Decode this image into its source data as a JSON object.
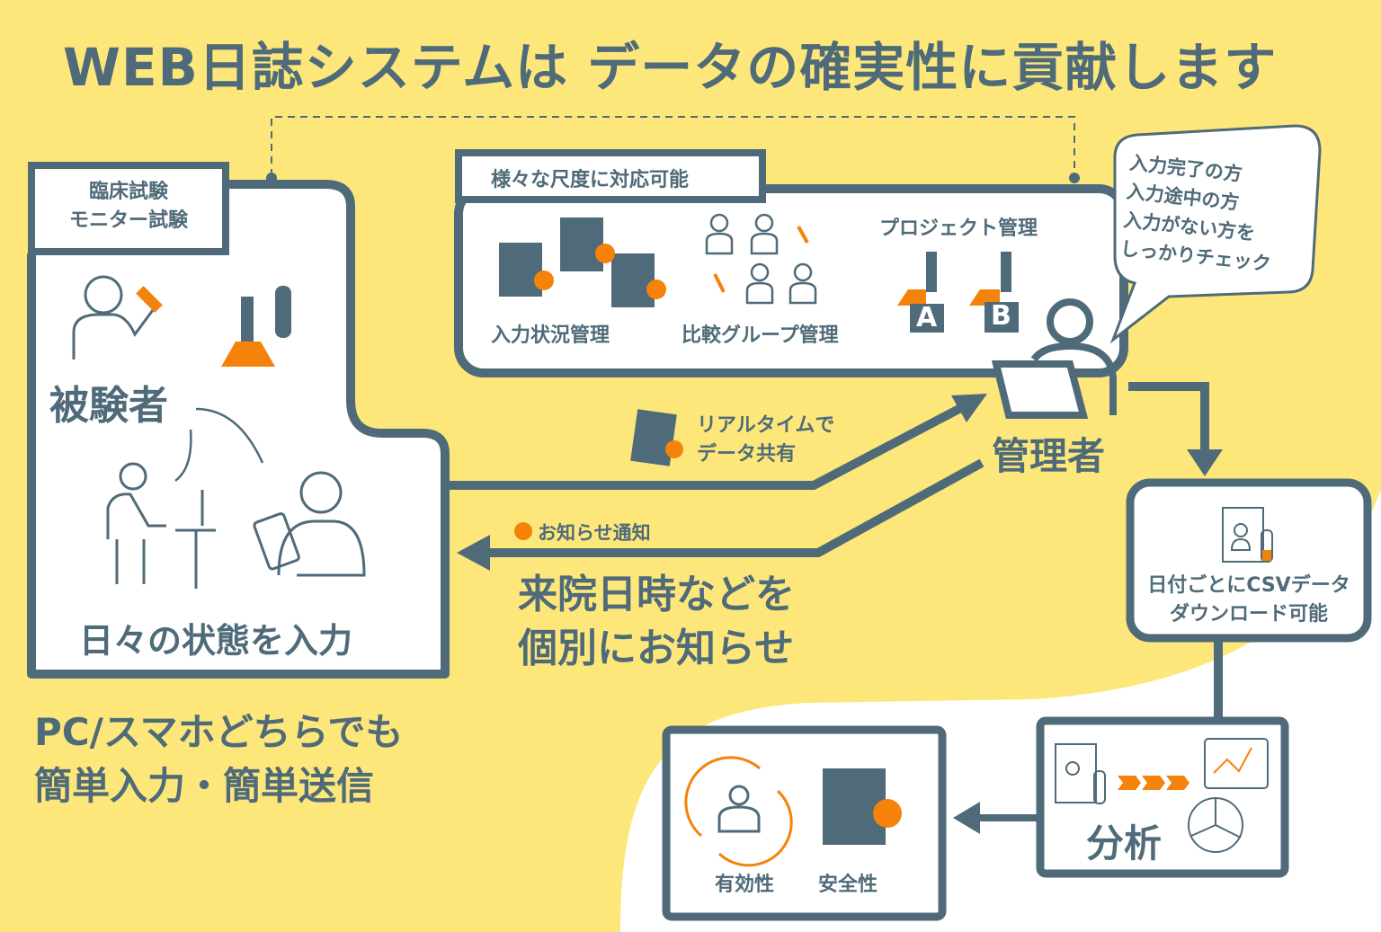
{
  "title": "WEB日誌システムは データの確実性に貢献します",
  "colors": {
    "background": "#fde77a",
    "primary": "#4f6b79",
    "accent": "#f5820a",
    "panel": "#ffffff"
  },
  "subject_panel": {
    "label_line1": "臨床試験",
    "label_line2": "モニター試験",
    "subject": "被験者",
    "input_caption": "日々の状態を入力"
  },
  "device_note": {
    "line1": "PC/スマホどちらでも",
    "line2": "簡単入力・簡単送信"
  },
  "scale_panel": {
    "label": "様々な尺度に対応可能",
    "items": [
      "入力状況管理",
      "比較グループ管理",
      "プロジェクト管理"
    ],
    "project_a": "A",
    "project_b": "B"
  },
  "speech_bubble": {
    "lines": [
      "入力完了の方",
      "入力途中の方",
      "入力がない方を",
      "しっかりチェック"
    ]
  },
  "admin": "管理者",
  "realtime": {
    "line1": "リアルタイムで",
    "line2": "データ共有"
  },
  "notification": {
    "badge": "お知らせ通知",
    "line1": "来院日時などを",
    "line2": "個別にお知らせ"
  },
  "csv_box": {
    "line1": "日付ごとにCSVデータ",
    "line2": "ダウンロード可能"
  },
  "analysis_box": {
    "label": "分析"
  },
  "result_box": {
    "efficacy": "有効性",
    "safety": "安全性"
  }
}
